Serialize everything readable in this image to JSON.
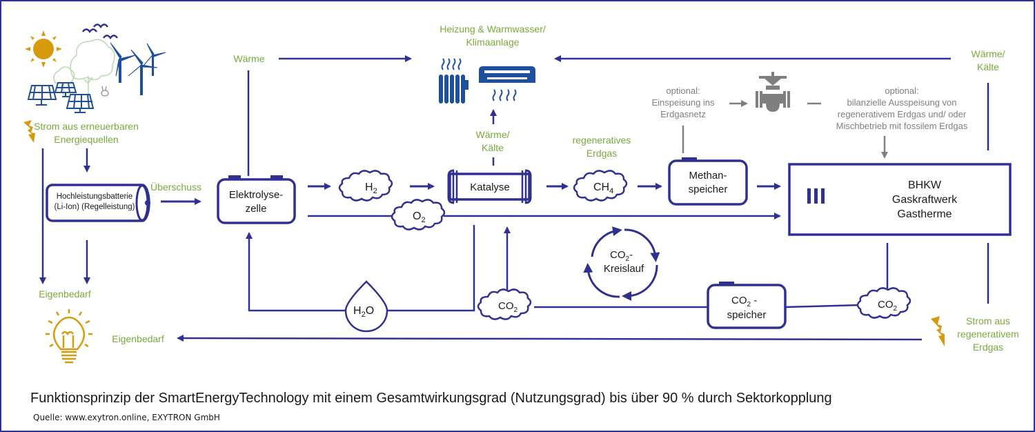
{
  "colors": {
    "line": "#2e3192",
    "label_green": "#76ab3a",
    "optional_grey": "#7f7f7f",
    "sun_lightning": "#d69a0c",
    "icon_blue": "#1f4e9c",
    "border": "#2e3192"
  },
  "sources": {
    "renewable_label_1": "Strom aus erneuerbaren",
    "renewable_label_2": "Energiequellen"
  },
  "battery": {
    "line1": "Hochleistungsbatterie",
    "line2": "(Li-Ion) (Regelleistung)"
  },
  "labels": {
    "ueberschuss": "Überschuss",
    "waerme": "Wärme",
    "heating_1": "Heizung  & Warmwasser/",
    "heating_2": "Klimaanlage",
    "waerme_kaelte_1": "Wärme/",
    "waerme_kaelte_2": "Kälte",
    "regen_erdgas_1": "regeneratives",
    "regen_erdgas_2": "Erdgas",
    "right_waerme_1": "Wärme/",
    "right_waerme_2": "Kälte",
    "eigenbedarf_top": "Eigenbedarf",
    "eigenbedarf_bottom": "Eigenbedarf",
    "strom_regen_1": "Strom aus",
    "strom_regen_2": "regenerativem",
    "strom_regen_3": "Erdgas"
  },
  "optional_left": {
    "line1": "optional:",
    "line2": "Einspeisung ins",
    "line3": "Erdgasnetz"
  },
  "optional_right": {
    "line1": "optional:",
    "line2": "bilanzielle Ausspeisung von",
    "line3": "regenerativem Erdgas und/ oder",
    "line4": "Mischbetrieb mit fossilem Erdgas"
  },
  "nodes": {
    "elektrolyse_1": "Elektrolyse-",
    "elektrolyse_2": "zelle",
    "h2": "H",
    "h2_sub": "2",
    "o2": "O",
    "o2_sub": "2",
    "katalyse": "Katalyse",
    "ch4": "CH",
    "ch4_sub": "4",
    "methan_1": "Methan-",
    "methan_2": "speicher",
    "bhkw_1": "BHKW",
    "bhkw_2": "Gaskraftwerk",
    "bhkw_3": "Gastherme",
    "h2o_h": "H",
    "h2o_sub": "2",
    "h2o_o": "O",
    "co2_left": "CO",
    "co2_left_sub": "2",
    "co2_right": "CO",
    "co2_right_sub": "2",
    "kreislauf_1": "CO",
    "kreislauf_1_sub": "2",
    "kreislauf_1_suffix": "-",
    "kreislauf_2": "Kreislauf",
    "co2_speicher_1": "CO",
    "co2_speicher_1_sub": "2",
    "co2_speicher_1_suffix": " -",
    "co2_speicher_2": "speicher"
  },
  "caption": {
    "title": "Funktionsprinzip der SmartEnergyTechnology mit einem Gesamtwirkungsgrad (Nutzungsgrad) bis über 90 % durch Sektorkopplung",
    "source": "Quelle: www.exytron.online, EXYTRON GmbH"
  }
}
